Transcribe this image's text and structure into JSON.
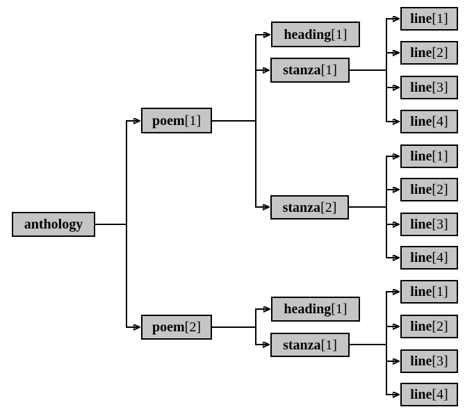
{
  "diagram": {
    "type": "document-tree",
    "background_color": "#ffffff",
    "node_fill_color": "#c5c5c5",
    "node_border_color": "#000000",
    "connector_color": "#000000",
    "text_color": "#000000"
  },
  "tree": {
    "name": "anthology",
    "index": "",
    "children": [
      {
        "name": "poem",
        "index": "[1]",
        "children": [
          {
            "name": "heading",
            "index": "[1]",
            "children": []
          },
          {
            "name": "stanza",
            "index": "[1]",
            "children": [
              {
                "name": "line",
                "index": "[1]"
              },
              {
                "name": "line",
                "index": "[2]"
              },
              {
                "name": "line",
                "index": "[3]"
              },
              {
                "name": "line",
                "index": "[4]"
              }
            ]
          },
          {
            "name": "stanza",
            "index": "[2]",
            "children": [
              {
                "name": "line",
                "index": "[1]"
              },
              {
                "name": "line",
                "index": "[2]"
              },
              {
                "name": "line",
                "index": "[3]"
              },
              {
                "name": "line",
                "index": "[4]"
              }
            ]
          }
        ]
      },
      {
        "name": "poem",
        "index": "[2]",
        "children": [
          {
            "name": "heading",
            "index": "[1]",
            "children": []
          },
          {
            "name": "stanza",
            "index": "[1]",
            "children": [
              {
                "name": "line",
                "index": "[1]"
              },
              {
                "name": "line",
                "index": "[2]"
              },
              {
                "name": "line",
                "index": "[3]"
              },
              {
                "name": "line",
                "index": "[4]"
              }
            ]
          }
        ]
      }
    ]
  }
}
